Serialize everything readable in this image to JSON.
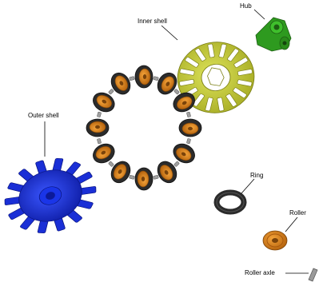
{
  "labels": {
    "hub": "Hub",
    "inner_shell": "Inner shell",
    "outer_shell": "Outer shell",
    "ring": "Ring",
    "roller": "Roller",
    "roller_axle": "Roller axle"
  },
  "parts": {
    "hub": {
      "color": "#2e9a1f"
    },
    "inner_shell": {
      "color": "#c9cf3a"
    },
    "outer_shell": {
      "color": "#1a2fd6"
    },
    "ring": {
      "color": "#2b2b2b"
    },
    "roller": {
      "color": "#e08a1e"
    },
    "roller_axle": {
      "color": "#9a9a9a"
    }
  }
}
